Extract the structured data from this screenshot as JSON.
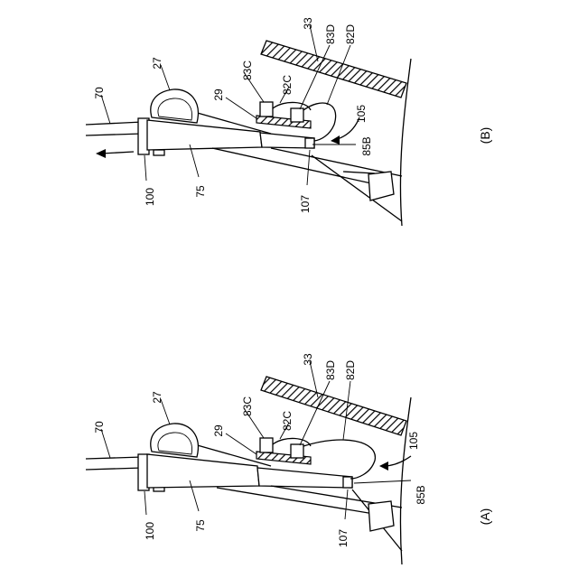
{
  "figure": {
    "panels": [
      {
        "caption": "(B)",
        "labels": {
          "l70": "70",
          "l27": "27",
          "l83C": "83C",
          "l33": "33",
          "l83D": "83D",
          "l82D": "82D",
          "l29": "29",
          "l82C": "82C",
          "l105": "105",
          "l85B": "85B",
          "l100": "100",
          "l75": "75",
          "l107": "107"
        }
      },
      {
        "caption": "(A)",
        "labels": {
          "l70": "70",
          "l27": "27",
          "l83C": "83C",
          "l33": "33",
          "l83D": "83D",
          "l82D": "82D",
          "l29": "29",
          "l82C": "82C",
          "l105": "105",
          "l85B": "85B",
          "l100": "100",
          "l75": "75",
          "l107": "107"
        }
      }
    ]
  }
}
